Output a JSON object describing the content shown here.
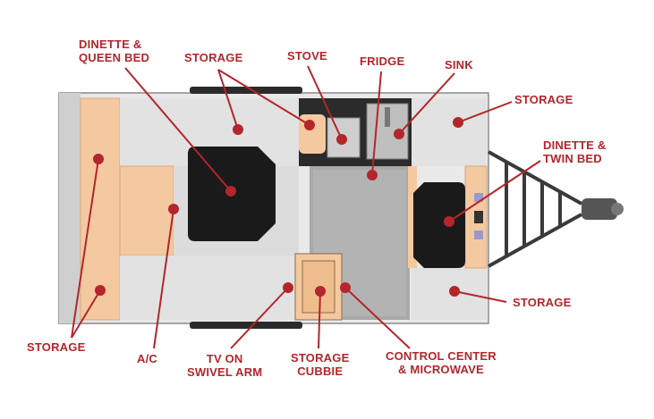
{
  "colors": {
    "accent": "#b3262b",
    "floor": "#d3d3d3",
    "cushion": "#f5c9a0",
    "table": "#1a1a1a",
    "frame": "#3a3a3a"
  },
  "labels": {
    "dinette_queen": [
      "DINETTE &",
      "QUEEN BED"
    ],
    "storage_top": "STORAGE",
    "stove": "STOVE",
    "fridge": "FRIDGE",
    "sink": "SINK",
    "storage_right_top": "STORAGE",
    "dinette_twin": [
      "DINETTE &",
      "TWIN BED"
    ],
    "storage_right_bottom": "STORAGE",
    "storage_left_bottom": "STORAGE",
    "ac": "A/C",
    "tv": [
      "TV ON",
      "SWIVEL ARM"
    ],
    "storage_cubbie": [
      "STORAGE",
      "CUBBIE"
    ],
    "control_center": [
      "CONTROL CENTER",
      "& MICROWAVE"
    ]
  }
}
